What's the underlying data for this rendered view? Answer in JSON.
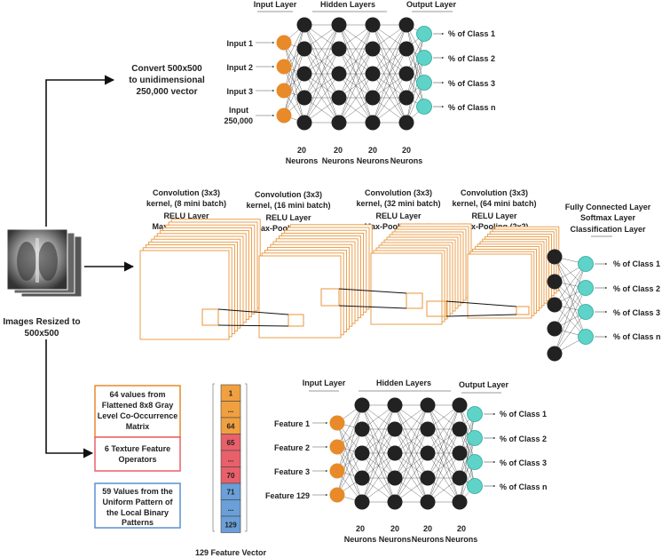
{
  "colors": {
    "input_node": "#e88a2a",
    "hidden_node": "#222222",
    "output_node": "#5fd3c8",
    "cnn_frame": "#e8953a",
    "vec_orange": "#f0a040",
    "vec_red": "#e8606a",
    "vec_blue": "#6a9fd8",
    "box_orange_border": "#e88a2a",
    "box_red_border": "#e8606a",
    "box_blue_border": "#5b8fd0"
  },
  "source": {
    "caption_line1": "Images Resized to",
    "caption_line2": "500x500"
  },
  "top_network": {
    "convert_line1": "Convert 500x500",
    "convert_line2": "to unidimensional",
    "convert_line3": "250,000 vector",
    "input_layer_title": "Input Layer",
    "hidden_layers_title": "Hidden Layers",
    "output_layer_title": "Output Layer",
    "input_labels": [
      "Input 1",
      "Input 2",
      "Input 3",
      "Input",
      "250,000"
    ],
    "output_labels": [
      "% of Class 1",
      "% of Class 2",
      "% of Class 3",
      "% of Class n"
    ],
    "neuron_count": "20",
    "neuron_word": "Neurons"
  },
  "cnn": {
    "stages": [
      {
        "line1": "Convolution (3x3)",
        "line2": "kernel, (8 mini batch)",
        "line3": "RELU Layer",
        "line4": "Max-Pooling (2x2)"
      },
      {
        "line1": "Convolution (3x3)",
        "line2": "kernel, (16 mini batch)",
        "line3": "RELU Layer",
        "line4": "Max-Pooling (2x2)"
      },
      {
        "line1": "Convolution (3x3)",
        "line2": "kernel, (32 mini batch)",
        "line3": "RELU Layer",
        "line4": "Max-Pooling (2x2)"
      },
      {
        "line1": "Convolution (3x3)",
        "line2": "kernel, (64 mini batch)",
        "line3": "RELU Layer",
        "line4": "Max-Pooling (2x2)"
      }
    ],
    "fc_line1": "Fully Connected Layer",
    "fc_line2": "Softmax Layer",
    "fc_line3": "Classification Layer",
    "output_labels": [
      "% of Class 1",
      "% of Class 2",
      "% of Class 3",
      "% of Class n"
    ]
  },
  "features": {
    "box1_line1": "64 values from",
    "box1_line2": "Flattened 8x8 Gray",
    "box1_line3": "Level Co-Occurrence",
    "box1_line4": "Matrix",
    "box2_line1": "6 Texture Feature",
    "box2_line2": "Operators",
    "box3_line1": "59 Values from the",
    "box3_line2": "Uniform Pattern of",
    "box3_line3": "the Local Binary",
    "box3_line4": "Patterns",
    "vector_cells": [
      "1",
      "...",
      "64",
      "65",
      "...",
      "70",
      "71",
      "...",
      "129"
    ],
    "vector_caption": "129 Feature Vector"
  },
  "bottom_network": {
    "input_layer_title": "Input Layer",
    "hidden_layers_title": "Hidden Layers",
    "output_layer_title": "Output Layer",
    "input_labels": [
      "Feature 1",
      "Feature 2",
      "Feature 3",
      "Feature 129"
    ],
    "output_labels": [
      "% of Class 1",
      "% of Class 2",
      "% of Class 3",
      "% of Class n"
    ],
    "neuron_count": "20",
    "neuron_word": "Neurons"
  }
}
